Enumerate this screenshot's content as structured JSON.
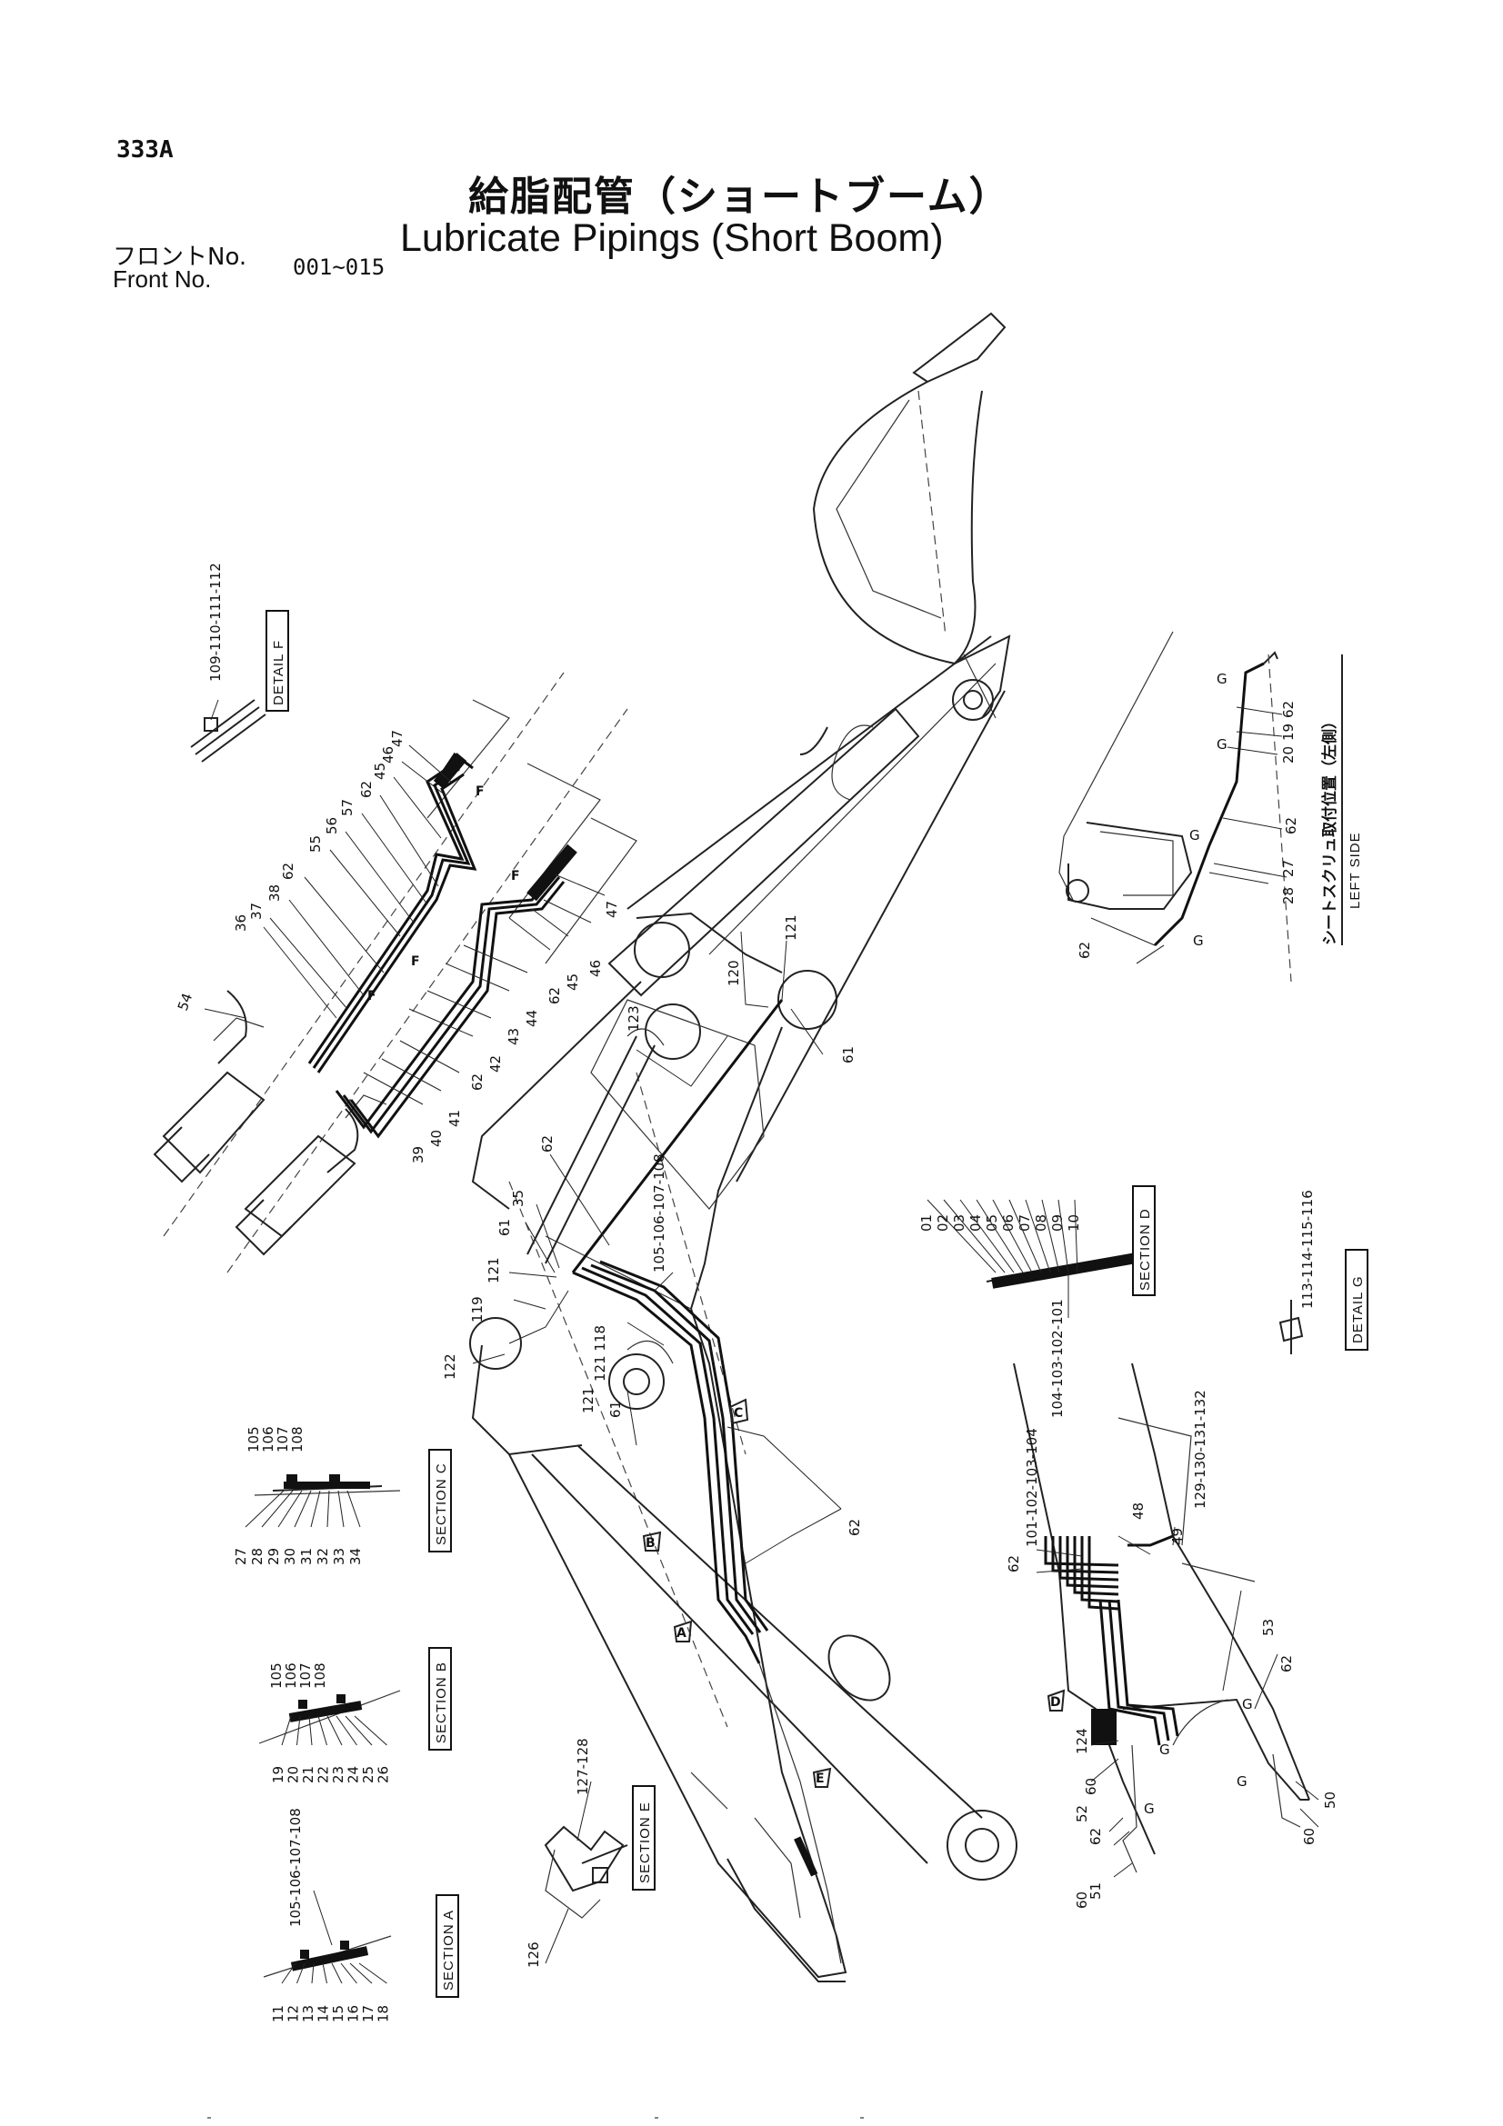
{
  "page": {
    "code": "333A",
    "title_jp": "給脂配管（ショートブーム）",
    "title_en": "Lubricate Pipings (Short Boom)",
    "front_label_jp": "フロントNo.",
    "front_label_en": "Front   No.",
    "front_range": "001~015"
  },
  "labels": {
    "detail_f": "DETAIL F",
    "detail_f_refs": "109-110-111-112",
    "detail_g": "DETAIL G",
    "detail_g_refs": "113-114-115-116",
    "section_a": "SECTION A",
    "section_a_refs": "105-106-107-108",
    "section_b": "SECTION B",
    "section_c": "SECTION C",
    "section_d": "SECTION D",
    "section_d_refs": "104-103-102-101",
    "section_e": "SECTION E",
    "section_e_refs": "127-128",
    "left_side_jp": "シートスクリュ取付位置（左側）",
    "left_side_en": "LEFT SIDE",
    "boom_refs_1": "105-106-107-108",
    "boom_refs_2": "101-102-103-104",
    "boom_refs_3": "129-130-131-132",
    "boom_refs_4": "121 118",
    "flag_a": "A",
    "flag_b": "B",
    "flag_c": "C",
    "flag_d": "D",
    "flag_e": "E",
    "g": "G",
    "f": "F"
  },
  "section_a_nums": [
    "11",
    "12",
    "13",
    "14",
    "15",
    "16",
    "17",
    "18"
  ],
  "section_b_top": [
    "105",
    "106",
    "107",
    "108"
  ],
  "section_b_nums": [
    "19",
    "20",
    "21",
    "22",
    "23",
    "24",
    "25",
    "26"
  ],
  "section_c_top": [
    "105",
    "106",
    "107",
    "108"
  ],
  "section_c_nums": [
    "27",
    "28",
    "29",
    "30",
    "31",
    "32",
    "33",
    "34"
  ],
  "section_d_nums": [
    "01",
    "02",
    "03",
    "04",
    "05",
    "06",
    "07",
    "08",
    "09",
    "10"
  ],
  "detail_f_nums": {
    "n36": "36",
    "n37": "37",
    "n38": "38",
    "n62a": "62",
    "n55": "55",
    "n56": "56",
    "n57": "57",
    "n62b": "62",
    "n45a": "45",
    "n46a": "46",
    "n47a": "47",
    "n54": "54",
    "n39": "39",
    "n40": "40",
    "n41": "41",
    "n62c": "62",
    "n42": "42",
    "n43": "43",
    "n44": "44",
    "n62d": "62",
    "n45b": "45",
    "n46b": "46",
    "n47b": "47"
  },
  "boom_nums": {
    "n120": "120",
    "n121a": "121",
    "n123": "123",
    "n61a": "61",
    "n62a": "62",
    "n35": "35",
    "n61b": "61",
    "n121b": "121",
    "n119": "119",
    "n122": "122",
    "n121c": "121",
    "n61c": "61",
    "n62b": "62",
    "n126": "126"
  },
  "left_side_nums": {
    "n62a": "62",
    "n19": "19",
    "n20": "20",
    "n62b": "62",
    "n27": "27",
    "n28": "28",
    "n62c": "62"
  },
  "lower_right_nums": {
    "n48": "48",
    "n49": "49",
    "n62a": "62",
    "n53": "53",
    "n62b": "62",
    "n124": "124",
    "n60a": "60",
    "n52": "52",
    "n62c": "62",
    "n51": "51",
    "n60b": "60",
    "n50": "50",
    "n60c": "60"
  }
}
